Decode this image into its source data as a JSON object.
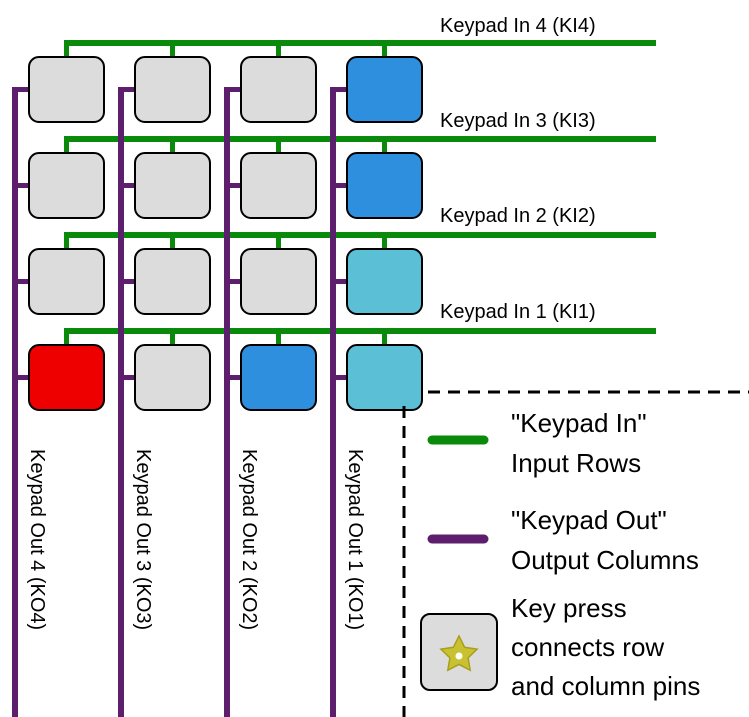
{
  "rows": [
    {
      "id": "KI4",
      "label": "Keypad In 4 (KI4)"
    },
    {
      "id": "KI3",
      "label": "Keypad In 3 (KI3)"
    },
    {
      "id": "KI2",
      "label": "Keypad In 2 (KI2)"
    },
    {
      "id": "KI1",
      "label": "Keypad In 1 (KI1)"
    }
  ],
  "columns": [
    {
      "id": "KO4",
      "label": "Keypad Out 4 (KO4)"
    },
    {
      "id": "KO3",
      "label": "Keypad Out 3 (KO3)"
    },
    {
      "id": "KO2",
      "label": "Keypad Out 2 (KO2)"
    },
    {
      "id": "KO1",
      "label": "Keypad Out 1 (KO1)"
    }
  ],
  "keys": [
    [
      "gray",
      "gray",
      "gray",
      "blue"
    ],
    [
      "gray",
      "gray",
      "gray",
      "blue"
    ],
    [
      "gray",
      "gray",
      "gray",
      "lightblue"
    ],
    [
      "red",
      "gray",
      "blue",
      "lightblue"
    ]
  ],
  "colors": {
    "row_line": "#0a8a0a",
    "column_line": "#5e1e6e",
    "gray": "#dcdcdc",
    "blue": "#2e8fde",
    "lightblue": "#5bbfd6",
    "red": "#ee0000",
    "star": "#c8c232"
  },
  "legend": {
    "input_rows": [
      "\"Keypad In\"",
      "Input Rows"
    ],
    "output_columns": [
      "\"Keypad Out\"",
      "Output Columns"
    ],
    "key_press": [
      "Key press",
      "connects row",
      "and column pins"
    ]
  }
}
